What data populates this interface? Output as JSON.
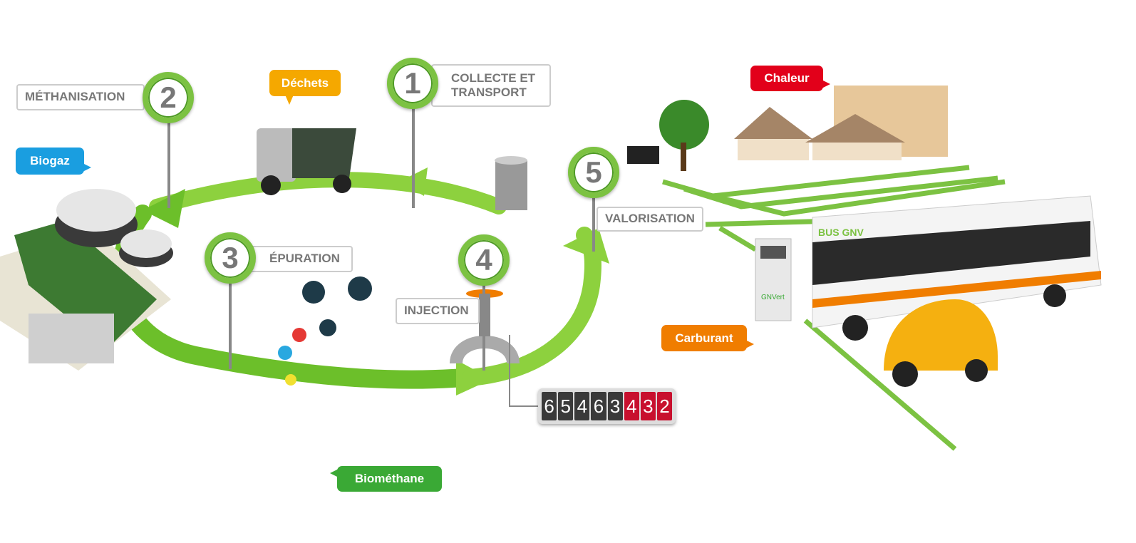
{
  "steps": [
    {
      "number": "1",
      "label": "COLLECTE ET TRANSPORT"
    },
    {
      "number": "2",
      "label": "MÉTHANISATION"
    },
    {
      "number": "3",
      "label": "ÉPURATION"
    },
    {
      "number": "4",
      "label": "INJECTION"
    },
    {
      "number": "5",
      "label": "VALORISATION"
    }
  ],
  "bubbles": {
    "dechets": {
      "text": "Déchets",
      "color": "#f5a800"
    },
    "biogaz": {
      "text": "Biogaz",
      "color": "#1a9ee0"
    },
    "chaleur": {
      "text": "Chaleur",
      "color": "#e2001a"
    },
    "carburant": {
      "text": "Carburant",
      "color": "#f07d00"
    },
    "biomethane": {
      "text": "Biométhane",
      "color": "#3aa935"
    }
  },
  "counter": {
    "digits": [
      "6",
      "5",
      "4",
      "6",
      "3",
      "4",
      "3",
      "2"
    ],
    "red_from_index": 5
  },
  "illustrations": {
    "bus_sign": "BUS GNV",
    "pump_label": "GNVert"
  },
  "colors": {
    "flow_green": "#7cc242",
    "dark_green": "#4e9a25"
  }
}
